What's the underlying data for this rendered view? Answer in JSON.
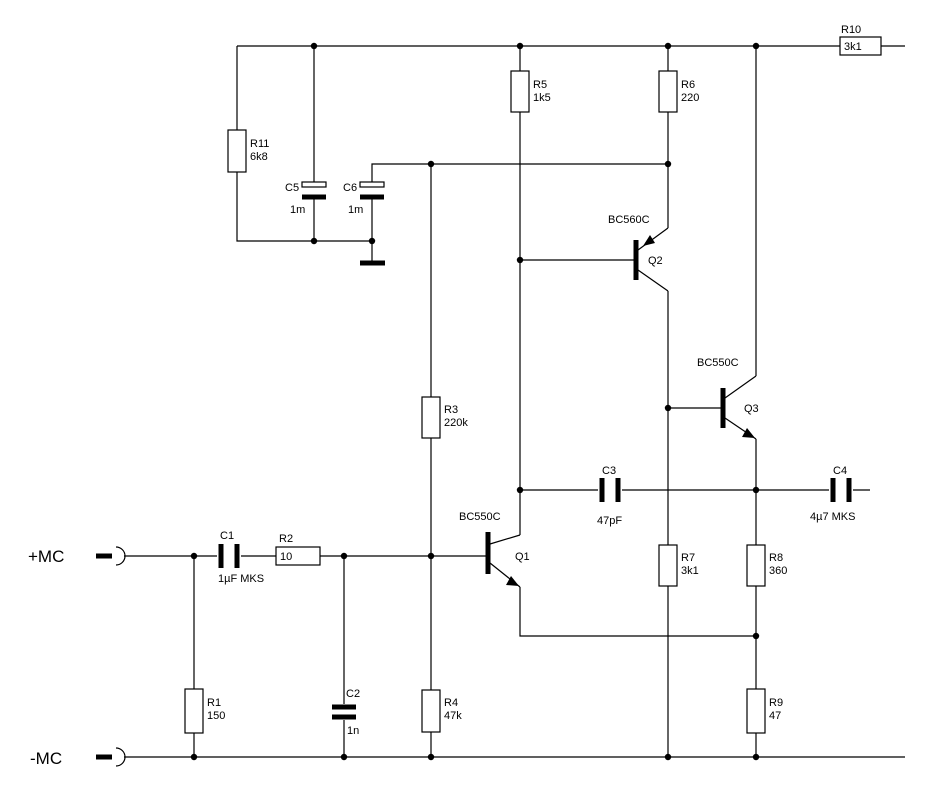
{
  "diagram": {
    "terminals": {
      "plus": "+MC",
      "minus": "-MC"
    },
    "resistors": [
      {
        "id": "R1",
        "ref": "R1",
        "value": "150"
      },
      {
        "id": "R2",
        "ref": "R2",
        "value": "10"
      },
      {
        "id": "R3",
        "ref": "R3",
        "value": "220k"
      },
      {
        "id": "R4",
        "ref": "R4",
        "value": "47k"
      },
      {
        "id": "R5",
        "ref": "R5",
        "value": "1k5"
      },
      {
        "id": "R6",
        "ref": "R6",
        "value": "220"
      },
      {
        "id": "R7",
        "ref": "R7",
        "value": "3k1"
      },
      {
        "id": "R8",
        "ref": "R8",
        "value": "360"
      },
      {
        "id": "R9",
        "ref": "R9",
        "value": "47"
      },
      {
        "id": "R10",
        "ref": "R10",
        "value": "3k1"
      },
      {
        "id": "R11",
        "ref": "R11",
        "value": "6k8"
      }
    ],
    "capacitors": [
      {
        "id": "C1",
        "ref": "C1",
        "value": "1µF MKS"
      },
      {
        "id": "C2",
        "ref": "C2",
        "value": "1n"
      },
      {
        "id": "C3",
        "ref": "C3",
        "value": "47pF"
      },
      {
        "id": "C4",
        "ref": "C4",
        "value": "4µ7 MKS"
      },
      {
        "id": "C5",
        "ref": "C5",
        "value": "1m"
      },
      {
        "id": "C6",
        "ref": "C6",
        "value": "1m"
      }
    ],
    "transistors": [
      {
        "id": "Q1",
        "ref": "Q1",
        "part": "BC550C"
      },
      {
        "id": "Q2",
        "ref": "Q2",
        "part": "BC560C"
      },
      {
        "id": "Q3",
        "ref": "Q3",
        "part": "BC550C"
      }
    ]
  }
}
